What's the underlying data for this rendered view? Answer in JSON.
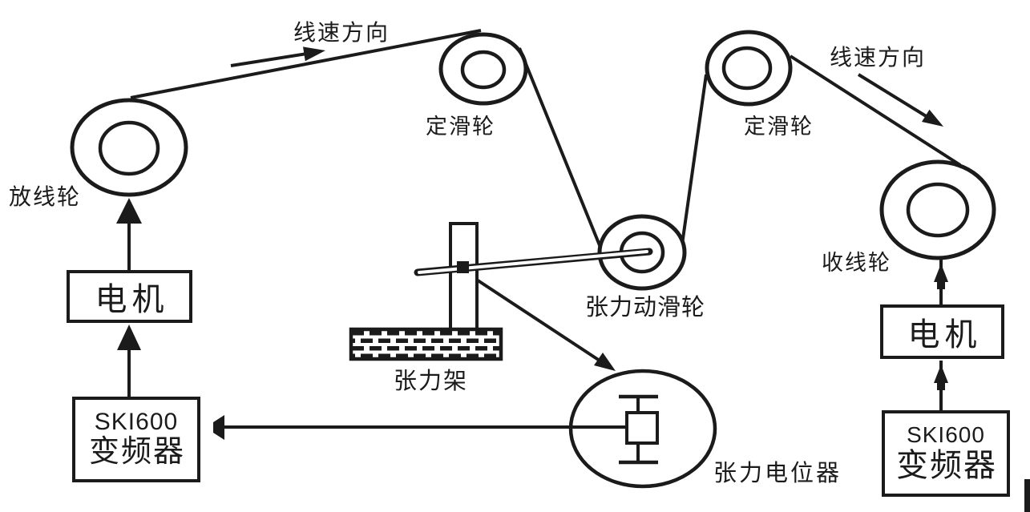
{
  "colors": {
    "ink": "#1b1b1b",
    "bg": "#ffffff"
  },
  "labels": {
    "payoff_wheel": "放线轮",
    "line_speed_left": "线速方向",
    "fixed_pulley_left": "定滑轮",
    "fixed_pulley_right": "定滑轮",
    "line_speed_right": "线速方向",
    "takeup_wheel": "收线轮",
    "tension_frame": "张力架",
    "tension_moving_pulley": "张力动滑轮",
    "tension_potentiometer": "张力电位器"
  },
  "boxes": {
    "left_motor": {
      "label": "电机"
    },
    "left_inverter": {
      "model": "SKI600",
      "name": "变频器"
    },
    "right_motor": {
      "label": "电机"
    },
    "right_inverter": {
      "model": "SKI600",
      "name": "变频器"
    }
  }
}
